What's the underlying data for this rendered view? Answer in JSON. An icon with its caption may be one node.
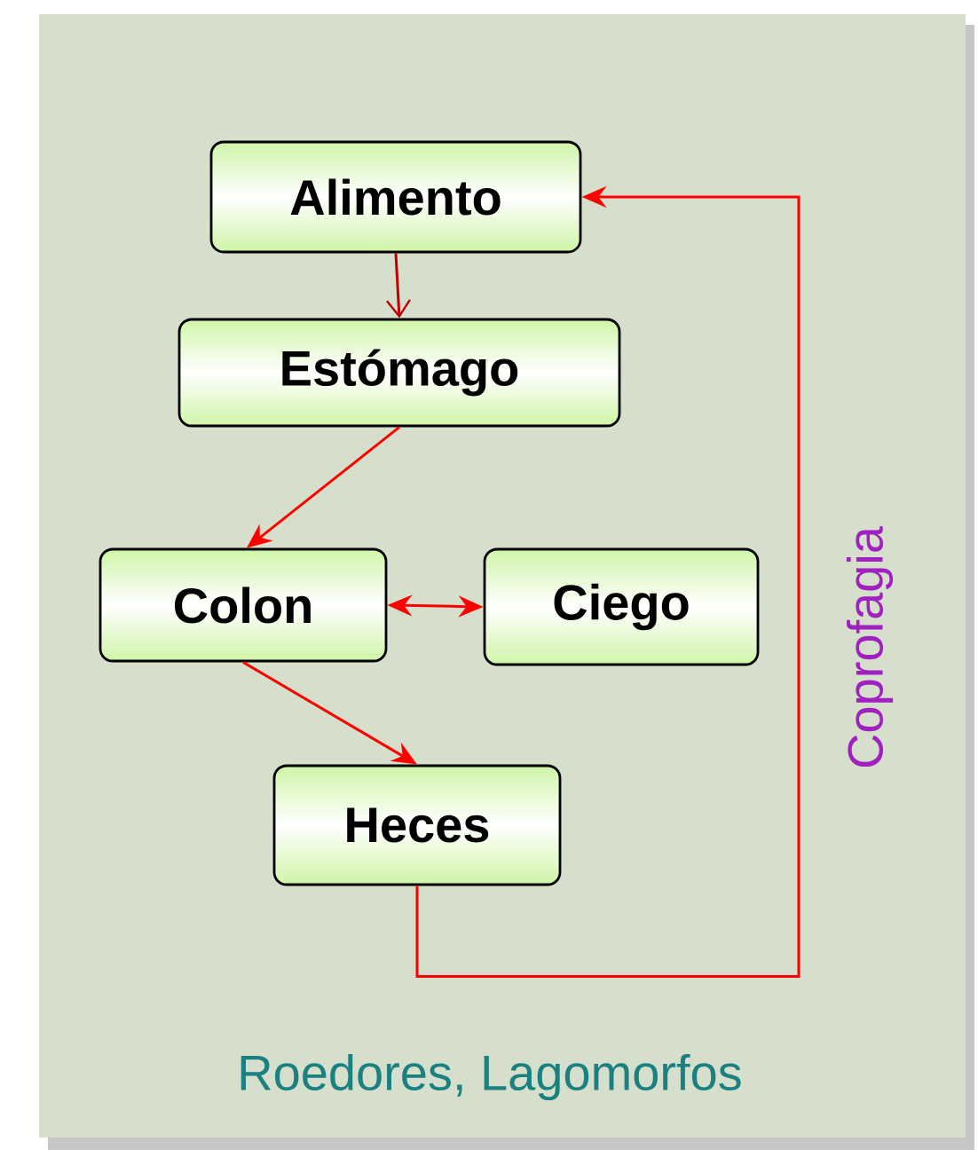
{
  "diagram": {
    "nodes": [
      {
        "text": [
          "Alimento"
        ]
      },
      {
        "text": [
          "Estómago"
        ]
      },
      {
        "text": [
          "Colon"
        ]
      },
      {
        "text": [
          "Ciego"
        ]
      },
      {
        "text": [
          "Heces"
        ]
      }
    ],
    "edges": [
      {
        "from": 0,
        "to": 1,
        "arrow": "to",
        "color": "#c00000"
      },
      {
        "from": 1,
        "to": 2,
        "arrow": "to"
      },
      {
        "from": 2,
        "to": 3,
        "arrow": "both"
      },
      {
        "from": 2,
        "to": 4,
        "arrow": "to"
      },
      {
        "from": 4,
        "to": 0,
        "arrow": "to",
        "label": "Coprofagia"
      }
    ],
    "labels": [
      "Roedores, Lagomorfos"
    ]
  }
}
